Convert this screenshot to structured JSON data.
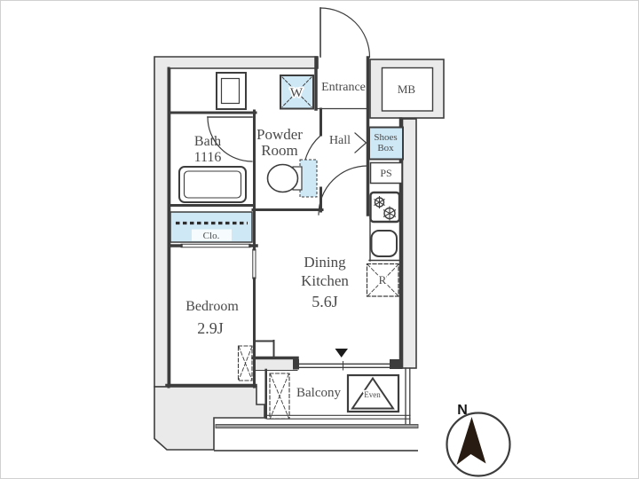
{
  "title": "1K apartment floor plan",
  "colors": {
    "wall": "#3d3d3d",
    "band-fill": "#eaeaea",
    "accent-blue": "#cfe8f5",
    "text": "#4a4a4a",
    "needle": "#271b12",
    "outer-border": "#d0d0d0"
  },
  "rooms": {
    "bath": {
      "label": "Bath",
      "size": "1116"
    },
    "powder_room": {
      "label_line1": "Powder",
      "label_line2": "Room"
    },
    "entrance": {
      "label": "Entrance"
    },
    "hall": {
      "label": "Hall"
    },
    "meter_box": {
      "label": "MB"
    },
    "shoes_box": {
      "label_line1": "Shoes",
      "label_line2": "Box"
    },
    "pipe_space": {
      "label": "PS"
    },
    "dining_kitchen": {
      "label_line1": "Dining",
      "label_line2": "Kitchen",
      "area": "5.6J"
    },
    "bedroom": {
      "label": "Bedroom",
      "area": "2.9J"
    },
    "closet": {
      "label": "Clo."
    },
    "balcony": {
      "label": "Balcony"
    }
  },
  "fixtures": {
    "washer_space": {
      "label": "W"
    },
    "refrigerator_space": {
      "label": "R"
    },
    "evacuation_hatch": {
      "label": "Even"
    }
  },
  "compass": {
    "label": "N"
  }
}
